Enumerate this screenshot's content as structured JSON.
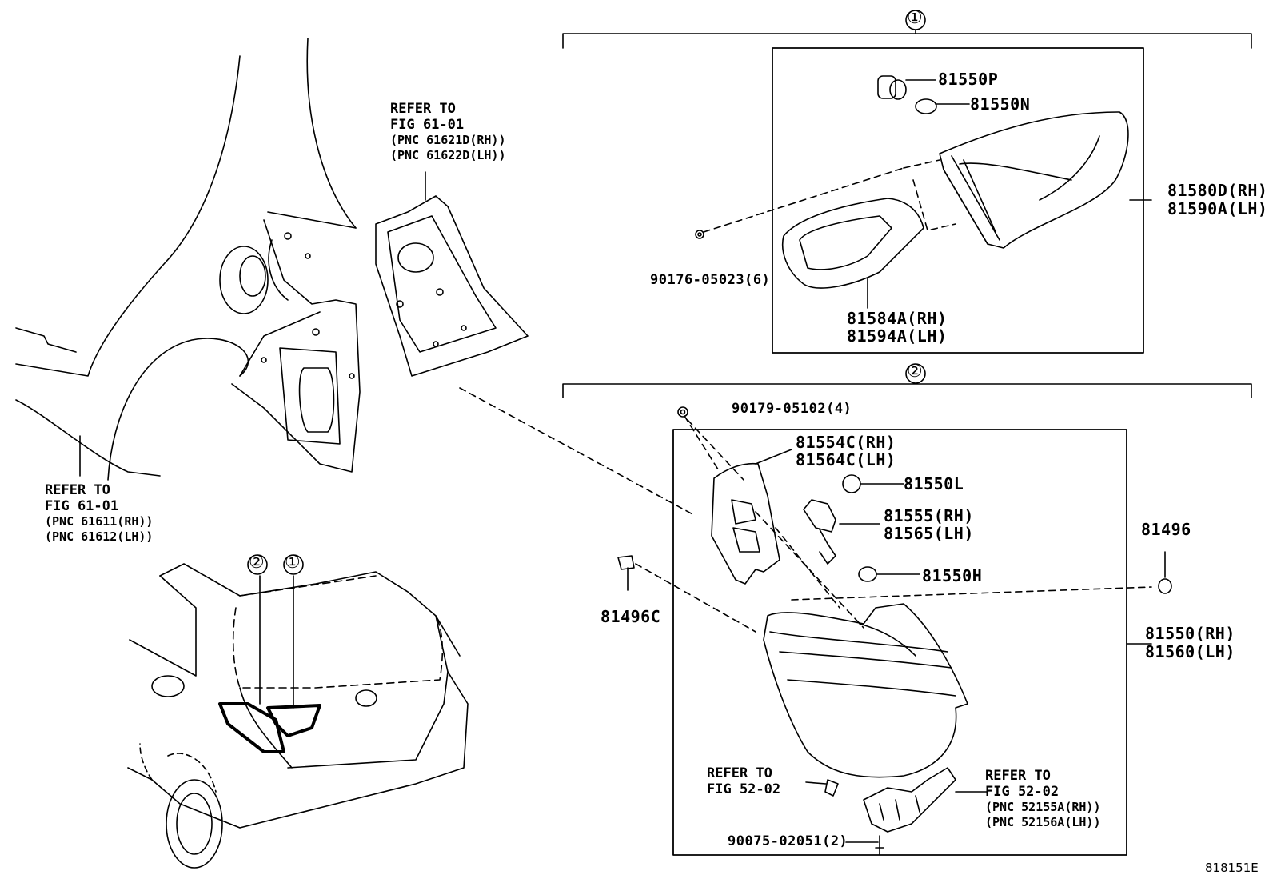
{
  "groups": {
    "g1": "①",
    "g2": "②"
  },
  "labels": {
    "p81550P": "81550P",
    "p81550N": "81550N",
    "p81580D": "81580D(RH)",
    "p81590A": "81590A(LH)",
    "p90176": "90176-05023(6)",
    "p81584A": "81584A(RH)",
    "p81594A": "81594A(LH)",
    "p90179": "90179-05102(4)",
    "p81554C": "81554C(RH)",
    "p81564C": "81564C(LH)",
    "p81550L": "81550L",
    "p81555": "81555(RH)",
    "p81565": "81565(LH)",
    "p81496": "81496",
    "p81550H": "81550H",
    "p81496C": "81496C",
    "p81550": "81550(RH)",
    "p81560": "81560(LH)",
    "p90075": "90075-02051(2)",
    "diagram_id": "818151E"
  },
  "refs": {
    "top": {
      "l1": "REFER TO",
      "l2": "FIG 61-01",
      "l3": "(PNC 61621D(RH))",
      "l4": "(PNC 61622D(LH))"
    },
    "left": {
      "l1": "REFER TO",
      "l2": "FIG 61-01",
      "l3": "(PNC 61611(RH))",
      "l4": "(PNC 61612(LH))"
    },
    "bolt": {
      "l1": "REFER TO",
      "l2": "FIG 52-02"
    },
    "harness": {
      "l1": "REFER TO",
      "l2": "FIG 52-02",
      "l3": "(PNC 52155A(RH))",
      "l4": "(PNC 52156A(LH))"
    }
  }
}
